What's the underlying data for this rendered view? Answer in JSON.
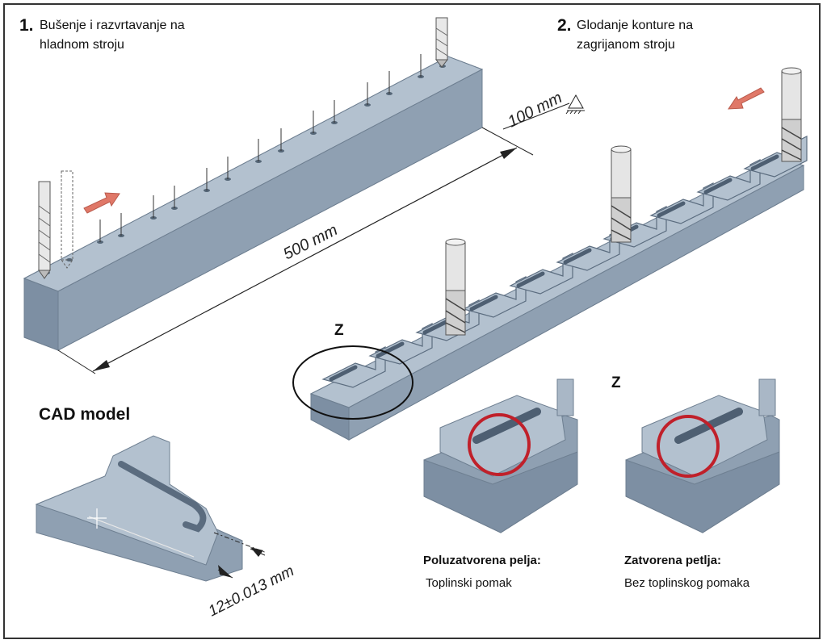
{
  "step1": {
    "number": "1.",
    "line1": "Bušenje i razvrtavanje na",
    "line2": "hladnom stroju"
  },
  "step2": {
    "number": "2.",
    "line1": "Glodanje konture na",
    "line2": "zagrijanom stroju"
  },
  "dimensions": {
    "length": "500 mm",
    "width": "100 mm",
    "tolerance": "12±0.013 mm"
  },
  "detail_label": "Z",
  "cad": {
    "title": "CAD model"
  },
  "captions": {
    "semi_closed": {
      "title": "Poluzatvorena pelja:",
      "subtitle": "Toplinski pomak"
    },
    "closed": {
      "title": "Zatvorena petlja:",
      "subtitle": "Bez toplinskog pomaka"
    }
  },
  "colors": {
    "metal_top": "#a9b7c6",
    "metal_front": "#7d8fa3",
    "metal_side": "#92a3b5",
    "arrow": "#e07868",
    "highlight": "#c0202a"
  }
}
